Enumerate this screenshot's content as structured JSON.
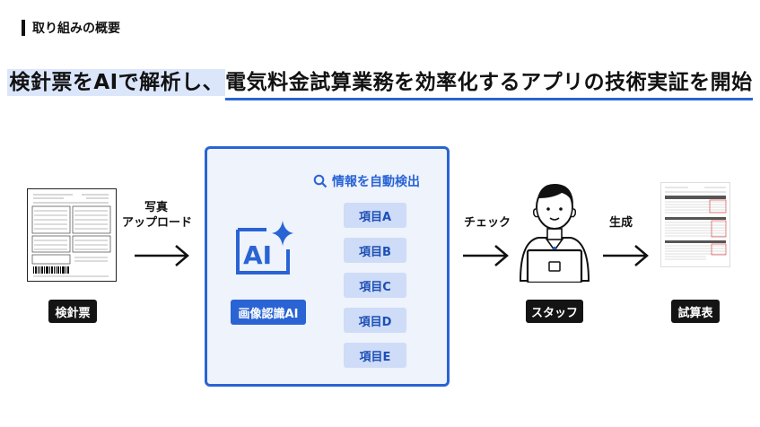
{
  "section_label": "取り組みの概要",
  "headline": {
    "part_ai": "検針票をAIで解析し、",
    "part_rest": "電気料金試算業務を効率化するアプリの技術実証を開始"
  },
  "flow": {
    "meter_slip_caption": "検針票",
    "upload_label_line1": "写真",
    "upload_label_line2": "アップロード",
    "auto_detect_label": "情報を自動検出",
    "items": [
      "項目A",
      "項目B",
      "項目C",
      "項目D",
      "項目E"
    ],
    "ai_icon_text": "AI",
    "ai_badge": "画像認識AI",
    "check_label": "チェック",
    "staff_caption": "スタッフ",
    "generate_label": "生成",
    "estimate_caption": "試算表"
  },
  "colors": {
    "accent": "#2a64d4",
    "panel_bg": "#eef3fc",
    "item_bg": "#cfdcf7",
    "caption_bg": "#141414",
    "highlight_bg": "#dbe6fb"
  },
  "icons": {
    "search": "magnifier-icon",
    "ai": "ai-sparkle-icon",
    "arrow": "right-arrow-icon",
    "staff": "person-with-laptop-icon",
    "meter_slip": "receipt-document-icon",
    "estimate": "spreadsheet-document-icon"
  }
}
